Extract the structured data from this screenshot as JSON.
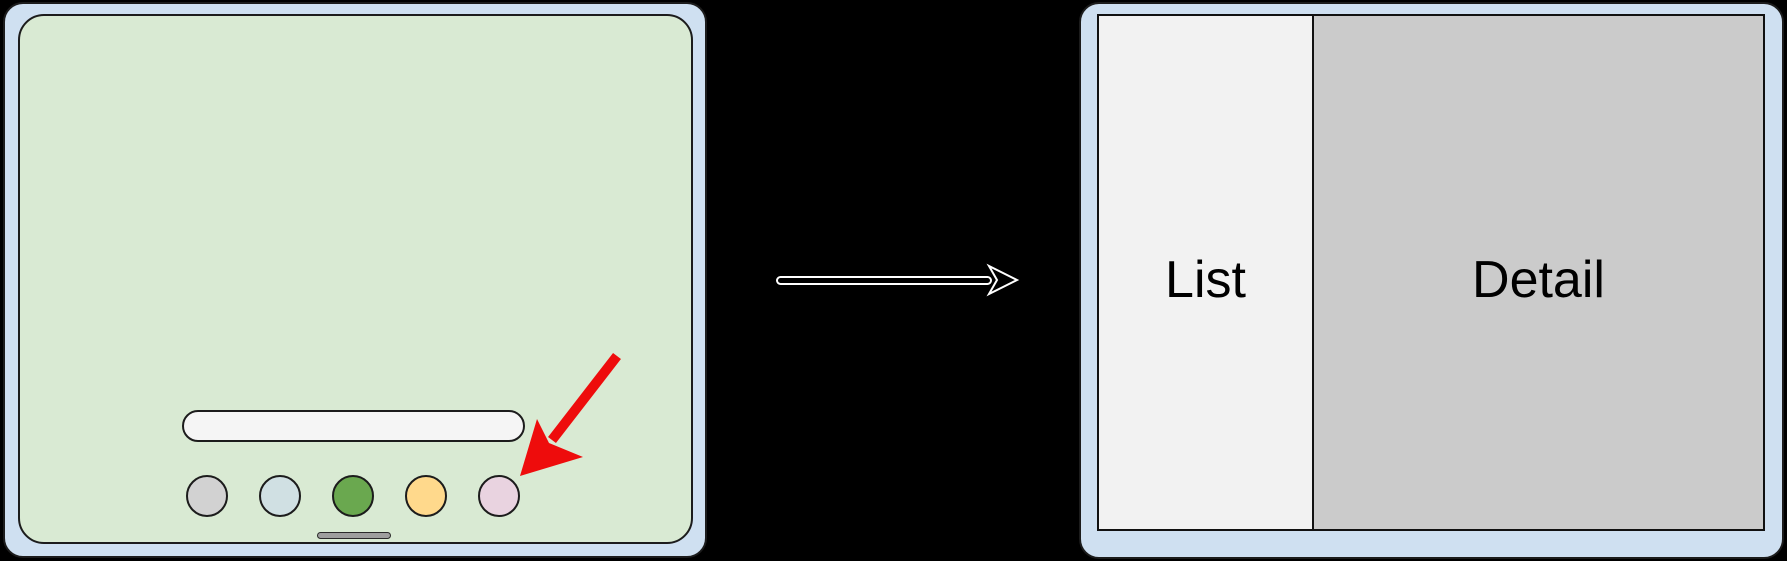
{
  "colors": {
    "canvas_background": "#000000",
    "device_frame": "#cfe0f1",
    "shape_outline": "#1c1c1c",
    "compact_screen_background": "#d9ead3",
    "search_bar_background": "#f5f5f5",
    "home_indicator": "#9e9e9e",
    "annotation_arrow": "#ee0c0c",
    "transition_arrow_stroke": "#ffffff",
    "transition_arrow_fill": "#000000"
  },
  "compact_device": {
    "search_bar": {
      "value": "",
      "placeholder": ""
    },
    "dock_icons": [
      {
        "name": "gray-app",
        "color": "#d2d2d2"
      },
      {
        "name": "blue-app",
        "color": "#d0e0e3"
      },
      {
        "name": "green-app",
        "color": "#6aa84f"
      },
      {
        "name": "yellow-app",
        "color": "#ffd98c"
      },
      {
        "name": "pink-app",
        "color": "#e9d3e0",
        "annotated_by_arrow": true
      }
    ]
  },
  "expanded_device": {
    "panes": [
      {
        "label": "List",
        "background": "#f2f2f2"
      },
      {
        "label": "Detail",
        "background": "#cbcbcb"
      }
    ]
  }
}
